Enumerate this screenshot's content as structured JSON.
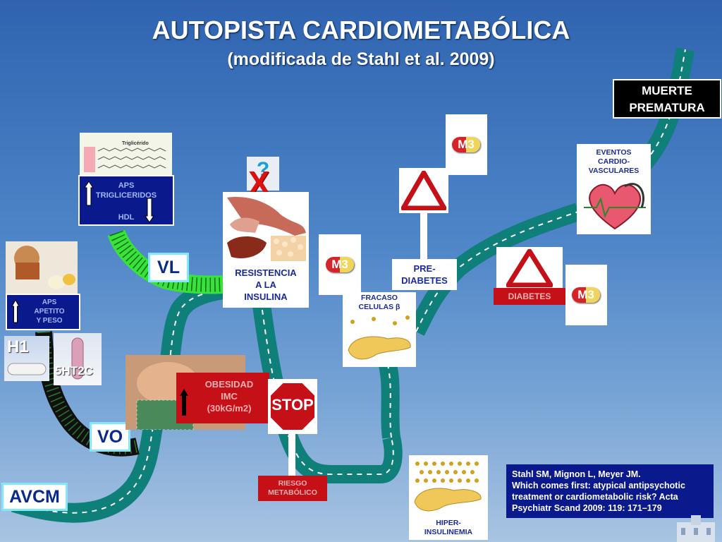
{
  "title": "AUTOPISTA CARDIOMETABÓLICA",
  "subtitle": "(modificada de Stahl et al. 2009)",
  "muerte": [
    "MUERTE",
    "PREMATURA"
  ],
  "eventos": [
    "EVENTOS",
    "CARDIO-",
    "VASCULARES"
  ],
  "triglicerido_label": "Triglicérido",
  "aps_tg": [
    "APS",
    "TRIGLICERIDOS",
    "HDL"
  ],
  "aps_apetito": [
    "APS",
    "APETITO",
    "Y PESO"
  ],
  "resistencia": [
    "RESISTENCIA",
    "A  LA",
    "INSULINA"
  ],
  "prediabetes": [
    "PRE-",
    "DIABETES"
  ],
  "fracaso": [
    "FRACASO",
    "CELULAS β"
  ],
  "diabetes": "DIABETES",
  "obesidad": [
    "OBESIDAD",
    "IMC",
    "(30kG/m2)"
  ],
  "stop": "STOP",
  "riesgo": [
    "RIESGO",
    "METABÓLICO"
  ],
  "hiper": [
    "HIPER-",
    "INSULINEMIA"
  ],
  "tags": {
    "vl": "VL",
    "vo": "VO",
    "avcm": "AVCM"
  },
  "receptors": {
    "h1": "H1",
    "ht2c": "5HT2C"
  },
  "m3": "M3",
  "x_mark": "X",
  "question": "?",
  "reference": [
    "Stahl SM, Mignon L, Meyer JM.",
    "Which comes first: atypical antipsychotic",
    "treatment or cardiometabolic risk? Acta",
    "Psychiatr Scand 2009: 119: 171–179"
  ],
  "colors": {
    "road": "#0f7f7a",
    "road_green": "#39e23a",
    "road_black": "#101010",
    "navy": "#0a1a8c",
    "red": "#c61018"
  }
}
